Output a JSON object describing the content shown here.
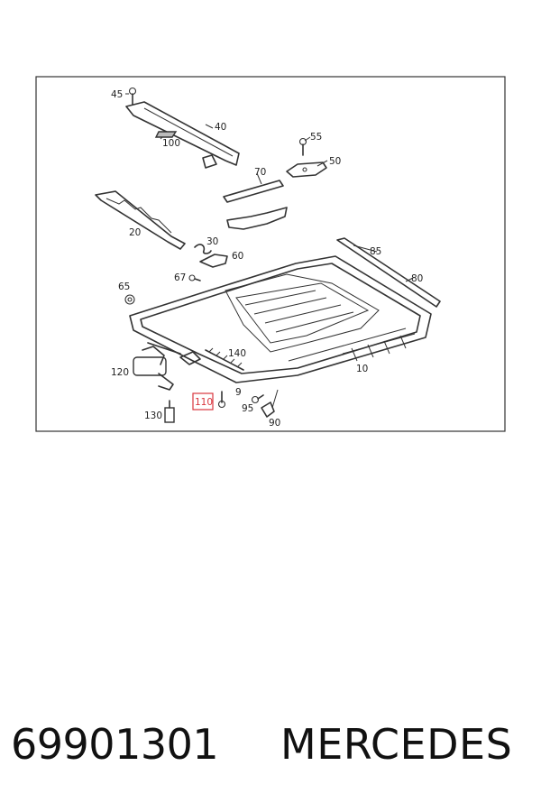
{
  "diagram": {
    "callouts": [
      "45",
      "40",
      "100",
      "55",
      "50",
      "70",
      "20",
      "30",
      "60",
      "67",
      "85",
      "80",
      "65",
      "140",
      "120",
      "10",
      "9",
      "110",
      "95",
      "130",
      "90"
    ],
    "highlighted_callout": "110",
    "highlight_color": "#d9363e"
  },
  "caption": {
    "part_number": "69901301",
    "brand": "MERCEDES"
  }
}
